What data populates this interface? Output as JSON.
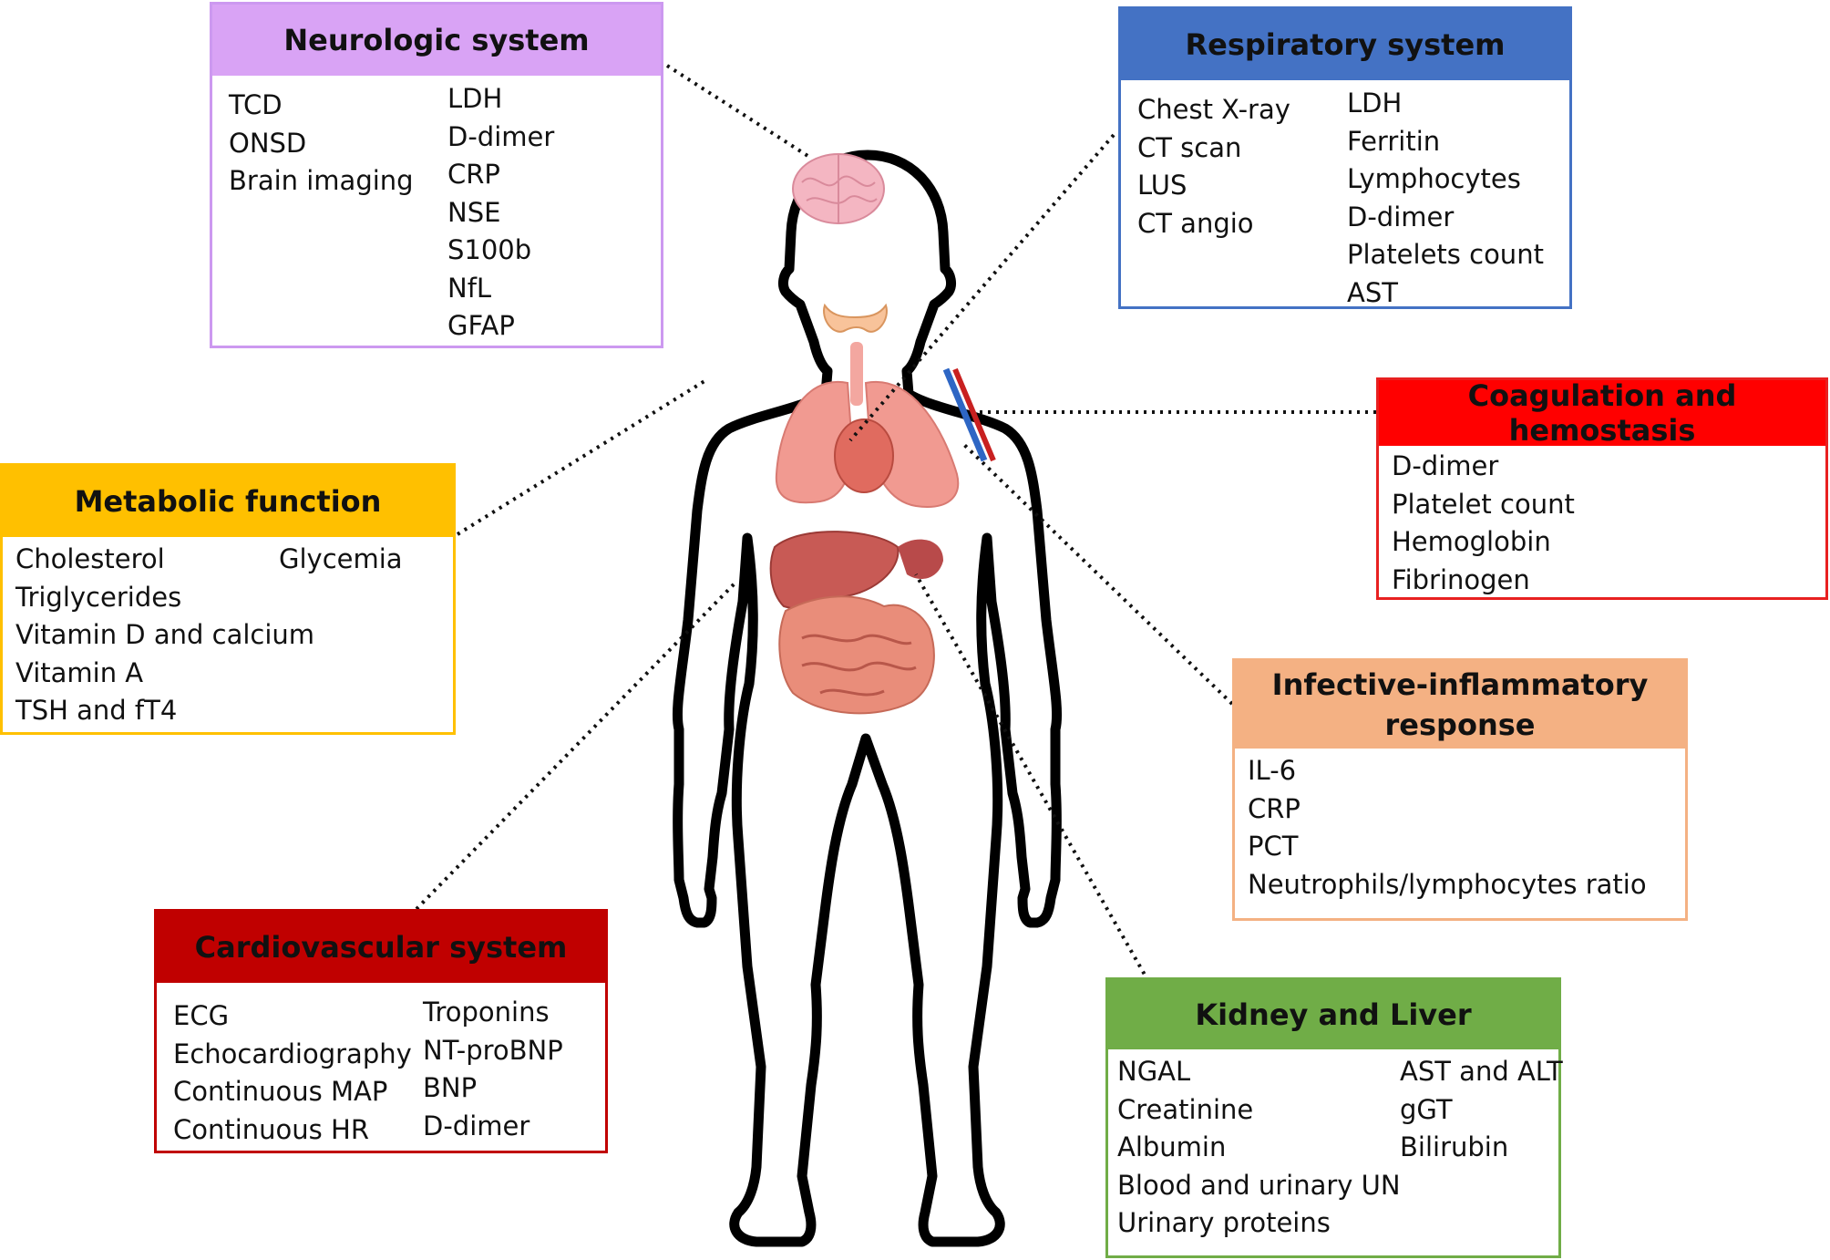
{
  "boxes": {
    "neurologic": {
      "title": "Neurologic system",
      "col1": [
        "TCD",
        "ONSD",
        "Brain imaging"
      ],
      "col2": [
        "LDH",
        "D-dimer",
        "CRP",
        "NSE",
        "S100b",
        "NfL",
        "GFAP"
      ],
      "header_color": "#d9a3f5",
      "border_color": "#cc99f0"
    },
    "respiratory": {
      "title": "Respiratory system",
      "col1": [
        "Chest X-ray",
        "CT scan",
        "LUS",
        "CT angio"
      ],
      "col2": [
        "LDH",
        "Ferritin",
        "Lymphocytes",
        "D-dimer",
        "Platelets count",
        "AST"
      ],
      "header_color": "#4472c4",
      "border_color": "#4472c4"
    },
    "coagulation": {
      "title": "Coagulation and hemostasis",
      "items": [
        "D-dimer",
        "Platelet count",
        "Hemoglobin",
        "Fibrinogen"
      ],
      "header_color": "#ff0000",
      "border_color": "#e82020"
    },
    "metabolic": {
      "title": "Metabolic function",
      "col1": [
        "Cholesterol",
        "Triglycerides",
        "Vitamin D and calcium",
        "Vitamin A",
        "TSH and fT4"
      ],
      "col2": [
        "Glycemia"
      ],
      "header_color": "#ffc000",
      "border_color": "#ffc000"
    },
    "infective": {
      "title_line1": "Infective-inflammatory",
      "title_line2": "response",
      "items": [
        "IL-6",
        "CRP",
        "PCT",
        "Neutrophils/lymphocytes ratio"
      ],
      "header_color": "#f4b183",
      "border_color": "#f4b183"
    },
    "cardiovascular": {
      "title": "Cardiovascular system",
      "col1": [
        "ECG",
        "Echocardiography",
        "Continuous MAP",
        "Continuous HR"
      ],
      "col2": [
        "Troponins",
        "NT-proBNP",
        "BNP",
        "D-dimer"
      ],
      "header_color": "#c00000",
      "border_color": "#c00000"
    },
    "kidney": {
      "title": "Kidney and Liver",
      "col1": [
        "NGAL",
        "Creatinine",
        "Albumin",
        "Blood and urinary UN",
        "Urinary proteins"
      ],
      "col2": [
        "AST and ALT",
        "gGT",
        "Bilirubin"
      ],
      "header_color": "#70ad47",
      "border_color": "#70ad47"
    }
  }
}
